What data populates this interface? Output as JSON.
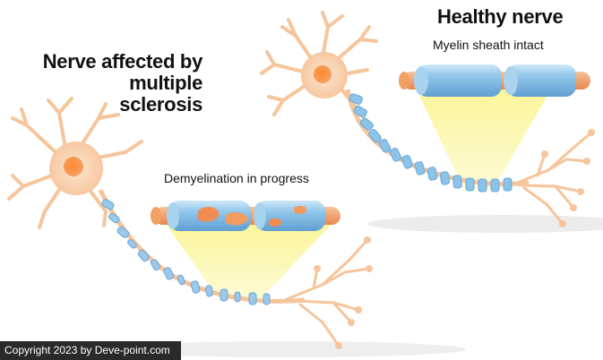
{
  "labels": {
    "ms_title": [
      "Nerve affected by",
      "multiple",
      "sclerosis"
    ],
    "healthy_title": "Healthy nerve",
    "myelin_caption": "Myelin sheath intact",
    "demyelination_caption": "Demyelination in progress"
  },
  "copyright": "Copyright 2023 by Deve-point.com",
  "colors": {
    "soma": "#f8d3b0",
    "nucleus": "#f59a4a",
    "myelin": "#86c0e6",
    "myelin_light": "#c9e4f5",
    "node": "#f2a066",
    "zoom_beam": "#fbf7a0"
  }
}
